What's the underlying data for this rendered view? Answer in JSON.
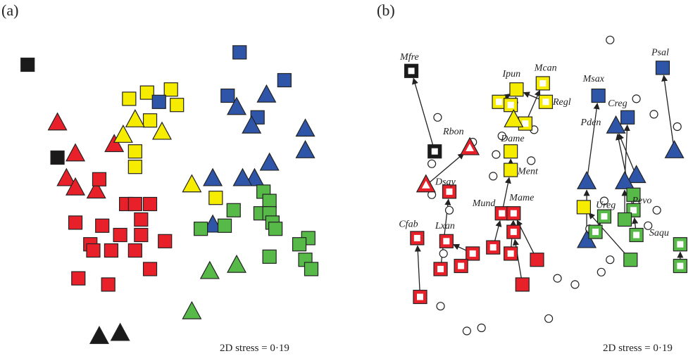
{
  "colors": {
    "red": "#e8202a",
    "yellow": "#f5ec00",
    "blue": "#2f55a8",
    "green": "#56b948",
    "black": "#1a1a1a",
    "white": "#ffffff",
    "outline": "#222222"
  },
  "chart_data": [
    {
      "type": "scatter",
      "panel_label": "(a)",
      "stress_label": "2D stress = 0·19",
      "xlim": [
        0,
        100
      ],
      "ylim": [
        0,
        100
      ],
      "points": [
        {
          "x": 5,
          "y": 90,
          "shape": "square",
          "color": "black"
        },
        {
          "x": 15,
          "y": 60,
          "shape": "square",
          "color": "black"
        },
        {
          "x": 29,
          "y": 2,
          "shape": "triangle",
          "color": "black"
        },
        {
          "x": 36,
          "y": 3,
          "shape": "triangle",
          "color": "black"
        },
        {
          "x": 15,
          "y": 71,
          "shape": "triangle",
          "color": "red"
        },
        {
          "x": 21,
          "y": 61,
          "shape": "triangle",
          "color": "red"
        },
        {
          "x": 18,
          "y": 53,
          "shape": "triangle",
          "color": "red"
        },
        {
          "x": 21,
          "y": 50,
          "shape": "triangle",
          "color": "red"
        },
        {
          "x": 28,
          "y": 49,
          "shape": "triangle",
          "color": "red"
        },
        {
          "x": 34,
          "y": 64,
          "shape": "triangle",
          "color": "red"
        },
        {
          "x": 29,
          "y": 53,
          "shape": "square",
          "color": "red"
        },
        {
          "x": 38,
          "y": 45,
          "shape": "square",
          "color": "red"
        },
        {
          "x": 41,
          "y": 45,
          "shape": "square",
          "color": "red"
        },
        {
          "x": 46,
          "y": 45,
          "shape": "square",
          "color": "red"
        },
        {
          "x": 21,
          "y": 39,
          "shape": "square",
          "color": "red"
        },
        {
          "x": 30,
          "y": 38,
          "shape": "square",
          "color": "red"
        },
        {
          "x": 43,
          "y": 40,
          "shape": "square",
          "color": "red"
        },
        {
          "x": 36,
          "y": 35,
          "shape": "square",
          "color": "red"
        },
        {
          "x": 43,
          "y": 35,
          "shape": "square",
          "color": "red"
        },
        {
          "x": 51,
          "y": 33,
          "shape": "square",
          "color": "red"
        },
        {
          "x": 26,
          "y": 32,
          "shape": "square",
          "color": "red"
        },
        {
          "x": 27,
          "y": 30,
          "shape": "square",
          "color": "red"
        },
        {
          "x": 33,
          "y": 30,
          "shape": "square",
          "color": "red"
        },
        {
          "x": 41,
          "y": 30,
          "shape": "square",
          "color": "red"
        },
        {
          "x": 46,
          "y": 24,
          "shape": "square",
          "color": "red"
        },
        {
          "x": 22,
          "y": 21,
          "shape": "square",
          "color": "red"
        },
        {
          "x": 32,
          "y": 19,
          "shape": "square",
          "color": "red"
        },
        {
          "x": 39,
          "y": 79,
          "shape": "square",
          "color": "yellow"
        },
        {
          "x": 45,
          "y": 81,
          "shape": "square",
          "color": "yellow"
        },
        {
          "x": 53,
          "y": 82,
          "shape": "square",
          "color": "yellow"
        },
        {
          "x": 55,
          "y": 77,
          "shape": "square",
          "color": "yellow"
        },
        {
          "x": 46,
          "y": 72,
          "shape": "square",
          "color": "yellow"
        },
        {
          "x": 41,
          "y": 62,
          "shape": "square",
          "color": "yellow"
        },
        {
          "x": 41,
          "y": 57,
          "shape": "square",
          "color": "yellow"
        },
        {
          "x": 68,
          "y": 47,
          "shape": "square",
          "color": "yellow"
        },
        {
          "x": 41,
          "y": 72,
          "shape": "triangle",
          "color": "yellow"
        },
        {
          "x": 37,
          "y": 67,
          "shape": "triangle",
          "color": "yellow"
        },
        {
          "x": 50,
          "y": 68,
          "shape": "triangle",
          "color": "yellow"
        },
        {
          "x": 60,
          "y": 51,
          "shape": "triangle",
          "color": "yellow"
        },
        {
          "x": 49,
          "y": 78,
          "shape": "square",
          "color": "blue"
        },
        {
          "x": 76,
          "y": 94,
          "shape": "square",
          "color": "blue"
        },
        {
          "x": 91,
          "y": 85,
          "shape": "square",
          "color": "blue"
        },
        {
          "x": 72,
          "y": 80,
          "shape": "square",
          "color": "blue"
        },
        {
          "x": 82,
          "y": 73,
          "shape": "square",
          "color": "blue"
        },
        {
          "x": 85,
          "y": 80,
          "shape": "triangle",
          "color": "blue"
        },
        {
          "x": 75,
          "y": 76,
          "shape": "triangle",
          "color": "blue"
        },
        {
          "x": 80,
          "y": 70,
          "shape": "triangle",
          "color": "blue"
        },
        {
          "x": 98,
          "y": 69,
          "shape": "triangle",
          "color": "blue"
        },
        {
          "x": 98,
          "y": 62,
          "shape": "triangle",
          "color": "blue"
        },
        {
          "x": 86,
          "y": 58,
          "shape": "triangle",
          "color": "blue"
        },
        {
          "x": 81,
          "y": 53,
          "shape": "triangle",
          "color": "blue"
        },
        {
          "x": 77,
          "y": 53,
          "shape": "triangle",
          "color": "blue"
        },
        {
          "x": 67,
          "y": 53,
          "shape": "triangle",
          "color": "blue"
        },
        {
          "x": 67,
          "y": 38,
          "shape": "triangle",
          "color": "blue"
        },
        {
          "x": 84,
          "y": 49,
          "shape": "square",
          "color": "green"
        },
        {
          "x": 86,
          "y": 46,
          "shape": "square",
          "color": "green"
        },
        {
          "x": 74,
          "y": 43,
          "shape": "square",
          "color": "green"
        },
        {
          "x": 83,
          "y": 42,
          "shape": "square",
          "color": "green"
        },
        {
          "x": 86,
          "y": 42,
          "shape": "square",
          "color": "green"
        },
        {
          "x": 87,
          "y": 39,
          "shape": "square",
          "color": "green"
        },
        {
          "x": 88,
          "y": 37,
          "shape": "square",
          "color": "green"
        },
        {
          "x": 71,
          "y": 38,
          "shape": "square",
          "color": "green"
        },
        {
          "x": 63,
          "y": 37,
          "shape": "square",
          "color": "green"
        },
        {
          "x": 99,
          "y": 34,
          "shape": "square",
          "color": "green"
        },
        {
          "x": 96,
          "y": 32,
          "shape": "square",
          "color": "green"
        },
        {
          "x": 86,
          "y": 28,
          "shape": "square",
          "color": "green"
        },
        {
          "x": 98,
          "y": 27,
          "shape": "square",
          "color": "green"
        },
        {
          "x": 100,
          "y": 24,
          "shape": "square",
          "color": "green"
        },
        {
          "x": 66,
          "y": 23,
          "shape": "triangle",
          "color": "green"
        },
        {
          "x": 75,
          "y": 25,
          "shape": "triangle",
          "color": "green"
        },
        {
          "x": 60,
          "y": 10,
          "shape": "triangle",
          "color": "green"
        }
      ]
    },
    {
      "type": "scatter",
      "panel_label": "(b)",
      "stress_label": "2D stress = 0·19",
      "xlim": [
        0,
        100
      ],
      "ylim": [
        0,
        100
      ],
      "points": [
        {
          "id": "Mfre",
          "label": "Mfre",
          "x": 7,
          "y": 88,
          "shape": "square",
          "color": "black",
          "hollow": true
        },
        {
          "id": "p2",
          "x": 15,
          "y": 62,
          "shape": "square",
          "color": "black",
          "hollow": true
        },
        {
          "id": "Ipun",
          "label": "Ipun",
          "x": 43,
          "y": 82,
          "shape": "square",
          "color": "yellow"
        },
        {
          "id": "Mcan",
          "label": "Mcan",
          "x": 52,
          "y": 84,
          "shape": "square",
          "color": "yellow",
          "hollow": true
        },
        {
          "id": "Regl",
          "label": "Regl",
          "x": 53,
          "y": 78,
          "shape": "square",
          "color": "yellow",
          "hollow": true
        },
        {
          "id": "y1",
          "x": 37,
          "y": 78,
          "shape": "square",
          "color": "yellow",
          "hollow": true
        },
        {
          "id": "y2",
          "x": 41,
          "y": 77,
          "shape": "square",
          "color": "yellow",
          "hollow": true
        },
        {
          "id": "y3",
          "x": 46,
          "y": 71,
          "shape": "square",
          "color": "yellow",
          "hollow": true
        },
        {
          "id": "y4",
          "x": 42,
          "y": 72,
          "shape": "triangle",
          "color": "yellow"
        },
        {
          "id": "Dame",
          "label": "Dame",
          "x": 41,
          "y": 62,
          "shape": "square",
          "color": "yellow"
        },
        {
          "id": "Ment",
          "label": "Ment",
          "x": 41,
          "y": 56,
          "shape": "square",
          "color": "yellow"
        },
        {
          "id": "y5",
          "x": 66,
          "y": 44,
          "shape": "square",
          "color": "yellow"
        },
        {
          "id": "Rbon",
          "label": "Rbon",
          "x": 27,
          "y": 63,
          "shape": "triangle",
          "color": "red",
          "hollow": true
        },
        {
          "id": "r2",
          "x": 12,
          "y": 51,
          "shape": "triangle",
          "color": "red",
          "hollow": true
        },
        {
          "id": "Dsay",
          "label": "Dsay",
          "x": 20,
          "y": 49,
          "shape": "square",
          "color": "red",
          "hollow": true
        },
        {
          "id": "Mund",
          "label": "Mund",
          "x": 38,
          "y": 42,
          "shape": "square",
          "color": "red",
          "hollow": true
        },
        {
          "id": "Mame",
          "label": "Mame",
          "x": 42,
          "y": 42,
          "shape": "square",
          "color": "red",
          "hollow": true
        },
        {
          "id": "Cfab",
          "label": "Cfab",
          "x": 9,
          "y": 34,
          "shape": "square",
          "color": "red",
          "hollow": true
        },
        {
          "id": "Lxan",
          "label": "Lxan",
          "x": 19,
          "y": 33,
          "shape": "square",
          "color": "red",
          "hollow": true
        },
        {
          "id": "r8",
          "x": 42,
          "y": 36,
          "shape": "square",
          "color": "red",
          "hollow": true
        },
        {
          "id": "r9",
          "x": 28,
          "y": 29,
          "shape": "square",
          "color": "red",
          "hollow": true
        },
        {
          "id": "r10",
          "x": 35,
          "y": 31,
          "shape": "square",
          "color": "red",
          "hollow": true
        },
        {
          "id": "r11",
          "x": 41,
          "y": 29,
          "shape": "square",
          "color": "red",
          "hollow": true
        },
        {
          "id": "r12",
          "x": 17,
          "y": 24,
          "shape": "square",
          "color": "red",
          "hollow": true
        },
        {
          "id": "r13",
          "x": 24,
          "y": 25,
          "shape": "square",
          "color": "red",
          "hollow": true
        },
        {
          "id": "r14",
          "x": 10,
          "y": 15,
          "shape": "square",
          "color": "red",
          "hollow": true
        },
        {
          "id": "r15",
          "x": 50,
          "y": 27,
          "shape": "square",
          "color": "red"
        },
        {
          "id": "r16",
          "x": 45,
          "y": 19,
          "shape": "square",
          "color": "red"
        },
        {
          "id": "Msax",
          "label": "Msax",
          "x": 71,
          "y": 80,
          "shape": "square",
          "color": "blue"
        },
        {
          "id": "Psal",
          "label": "Psal",
          "x": 93,
          "y": 89,
          "shape": "square",
          "color": "blue"
        },
        {
          "id": "Creg",
          "label": "Creg",
          "x": 81,
          "y": 73,
          "shape": "square",
          "color": "blue"
        },
        {
          "id": "Pden",
          "label": "Pden",
          "x": 77,
          "y": 70,
          "shape": "triangle",
          "color": "blue"
        },
        {
          "id": "b5",
          "x": 97,
          "y": 62,
          "shape": "triangle",
          "color": "blue"
        },
        {
          "id": "b6",
          "x": 84,
          "y": 54,
          "shape": "triangle",
          "color": "blue"
        },
        {
          "id": "b7",
          "x": 80,
          "y": 52,
          "shape": "triangle",
          "color": "blue"
        },
        {
          "id": "b8",
          "x": 67,
          "y": 52,
          "shape": "triangle",
          "color": "blue"
        },
        {
          "id": "b9",
          "x": 67,
          "y": 33,
          "shape": "triangle",
          "color": "blue"
        },
        {
          "id": "Pevo",
          "label": "Pevo",
          "x": 83,
          "y": 43,
          "shape": "square",
          "color": "green",
          "hollow": true
        },
        {
          "id": "Ureg",
          "label": "Ureg",
          "x": 73,
          "y": 41,
          "shape": "square",
          "color": "green",
          "hollow": true
        },
        {
          "id": "g3",
          "x": 70,
          "y": 36,
          "shape": "square",
          "color": "green",
          "hollow": true
        },
        {
          "id": "g4",
          "x": 84,
          "y": 35,
          "shape": "square",
          "color": "green",
          "hollow": true
        },
        {
          "id": "g5",
          "x": 83,
          "y": 48,
          "shape": "square",
          "color": "green"
        },
        {
          "id": "g6",
          "x": 80,
          "y": 40,
          "shape": "square",
          "color": "green"
        },
        {
          "id": "g7",
          "x": 82,
          "y": 27,
          "shape": "square",
          "color": "green"
        },
        {
          "id": "Saqu",
          "label": "Saqu",
          "x": 99,
          "y": 32,
          "shape": "square",
          "color": "green",
          "hollow": true
        },
        {
          "id": "g9",
          "x": 99,
          "y": 25,
          "shape": "square",
          "color": "green",
          "hollow": true
        }
      ],
      "open_circles": [
        {
          "x": 75,
          "y": 98
        },
        {
          "x": 84,
          "y": 79
        },
        {
          "x": 90,
          "y": 74
        },
        {
          "x": 16,
          "y": 73
        },
        {
          "x": 49,
          "y": 69
        },
        {
          "x": 98,
          "y": 70
        },
        {
          "x": 38,
          "y": 67
        },
        {
          "x": 48,
          "y": 59
        },
        {
          "x": 36,
          "y": 61
        },
        {
          "x": 28,
          "y": 65
        },
        {
          "x": 14,
          "y": 58
        },
        {
          "x": 35,
          "y": 54
        },
        {
          "x": 14,
          "y": 48
        },
        {
          "x": 20,
          "y": 43
        },
        {
          "x": 18,
          "y": 29
        },
        {
          "x": 68,
          "y": 37
        },
        {
          "x": 73,
          "y": 46
        },
        {
          "x": 91,
          "y": 43
        },
        {
          "x": 88,
          "y": 38
        },
        {
          "x": 75,
          "y": 27
        },
        {
          "x": 72,
          "y": 23
        },
        {
          "x": 57,
          "y": 21
        },
        {
          "x": 63,
          "y": 19
        },
        {
          "x": 17,
          "y": 12
        },
        {
          "x": 54,
          "y": 8
        },
        {
          "x": 26,
          "y": 4
        },
        {
          "x": 31,
          "y": 5
        }
      ],
      "arrows": [
        {
          "from": "p2",
          "to": "Mfre"
        },
        {
          "from": "r2",
          "to": "Rbon"
        },
        {
          "from": "y4",
          "to": "Ipun"
        },
        {
          "from": "Regl",
          "to": "Ipun"
        },
        {
          "from": "y3",
          "to": "Mcan"
        },
        {
          "from": "y1",
          "to": "Ipun"
        },
        {
          "from": "Ment",
          "to": "Dame"
        },
        {
          "from": "Mund",
          "to": "Ment"
        },
        {
          "from": "r8",
          "to": "Mame"
        },
        {
          "from": "r12",
          "to": "Dsay"
        },
        {
          "from": "r9",
          "to": "Lxan"
        },
        {
          "from": "r10",
          "to": "Mund"
        },
        {
          "from": "r11",
          "to": "Mame"
        },
        {
          "from": "r14",
          "to": "Cfab"
        },
        {
          "from": "r15",
          "to": "Mame"
        },
        {
          "from": "r16",
          "to": "r8"
        },
        {
          "from": "b5",
          "to": "Psal"
        },
        {
          "from": "b8",
          "to": "Msax"
        },
        {
          "from": "b9",
          "to": "b8"
        },
        {
          "from": "b6",
          "to": "Pden"
        },
        {
          "from": "b7",
          "to": "Creg"
        },
        {
          "from": "Pevo",
          "to": "Pden"
        },
        {
          "from": "g4",
          "to": "Pevo"
        },
        {
          "from": "g6",
          "to": "b7"
        },
        {
          "from": "g7",
          "to": "y5"
        },
        {
          "from": "g3",
          "to": "Ureg"
        },
        {
          "from": "g9",
          "to": "Saqu"
        }
      ]
    }
  ]
}
